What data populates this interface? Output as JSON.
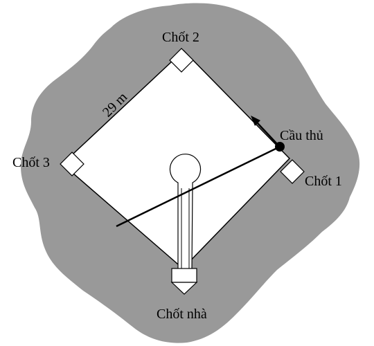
{
  "labels": {
    "base2": "Chốt 2",
    "base3": "Chốt 3",
    "base1": "Chốt 1",
    "home": "Chốt nhà",
    "player": "Cầu thủ",
    "side_length": "29 m"
  },
  "colors": {
    "field_surround": "#999999",
    "field_inside": "#ffffff",
    "lines": "#000000"
  }
}
